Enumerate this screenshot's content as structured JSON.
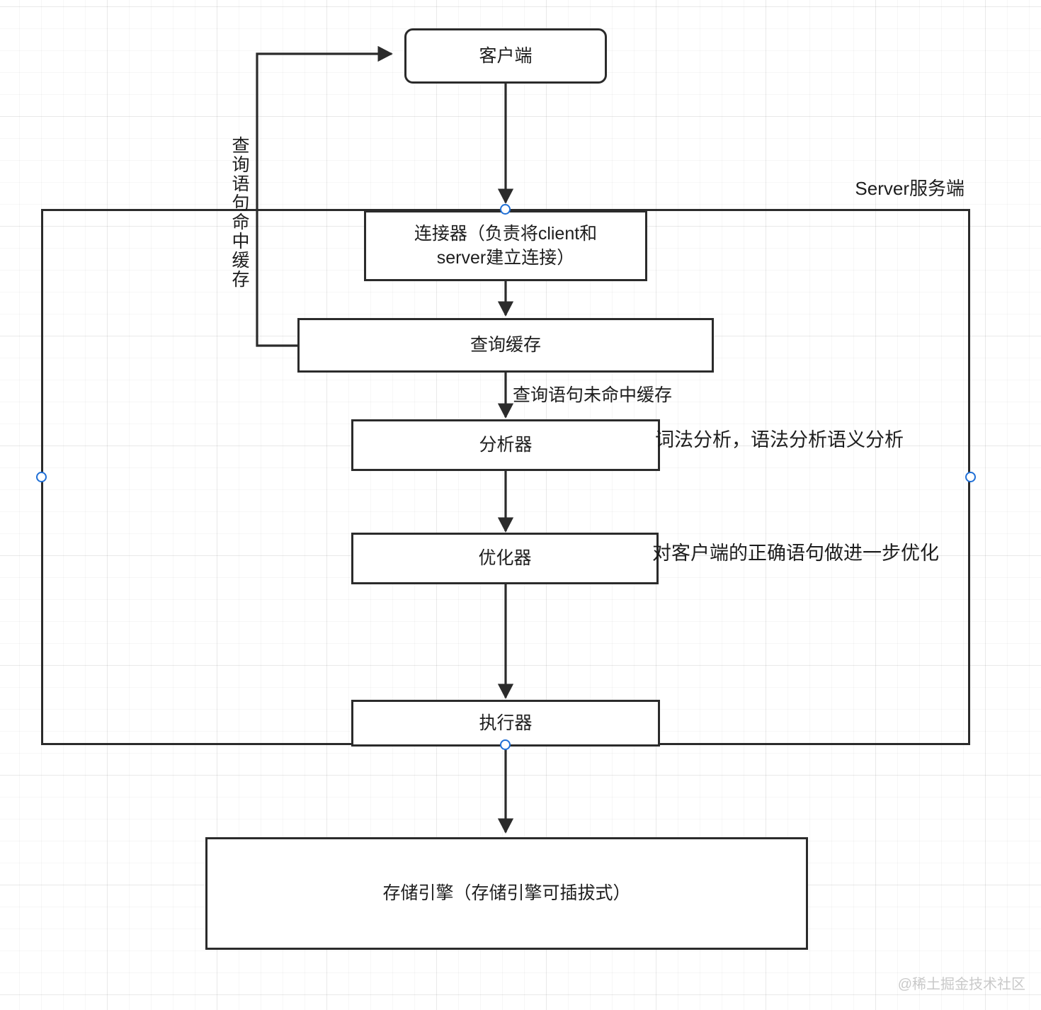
{
  "diagram": {
    "title_label": "Server服务端",
    "watermark": "@稀土掘金技术社区",
    "nodes": {
      "client": "客户端",
      "connector": "连接器（负责将client和\nserver建立连接）",
      "connector_line1": "连接器（负责将client和",
      "connector_line2": "server建立连接）",
      "query_cache": "查询缓存",
      "analyzer": "分析器",
      "optimizer": "优化器",
      "executor": "执行器",
      "storage_engine": "存储引擎（存储引擎可插拔式）"
    },
    "edge_labels": {
      "cache_hit": "查询语句命中缓存",
      "cache_miss": "查询语句未命中缓存"
    },
    "annotations": {
      "analyzer_note": "词法分析，语法分析语义分析",
      "optimizer_note": "对客户端的正确语句做进一步优化"
    },
    "colors": {
      "stroke": "#2b2b2b",
      "handle": "#1f6fd6",
      "text": "#1d1d1d",
      "grid": "#e8e8e8",
      "watermark": "#c9c9c9"
    }
  }
}
